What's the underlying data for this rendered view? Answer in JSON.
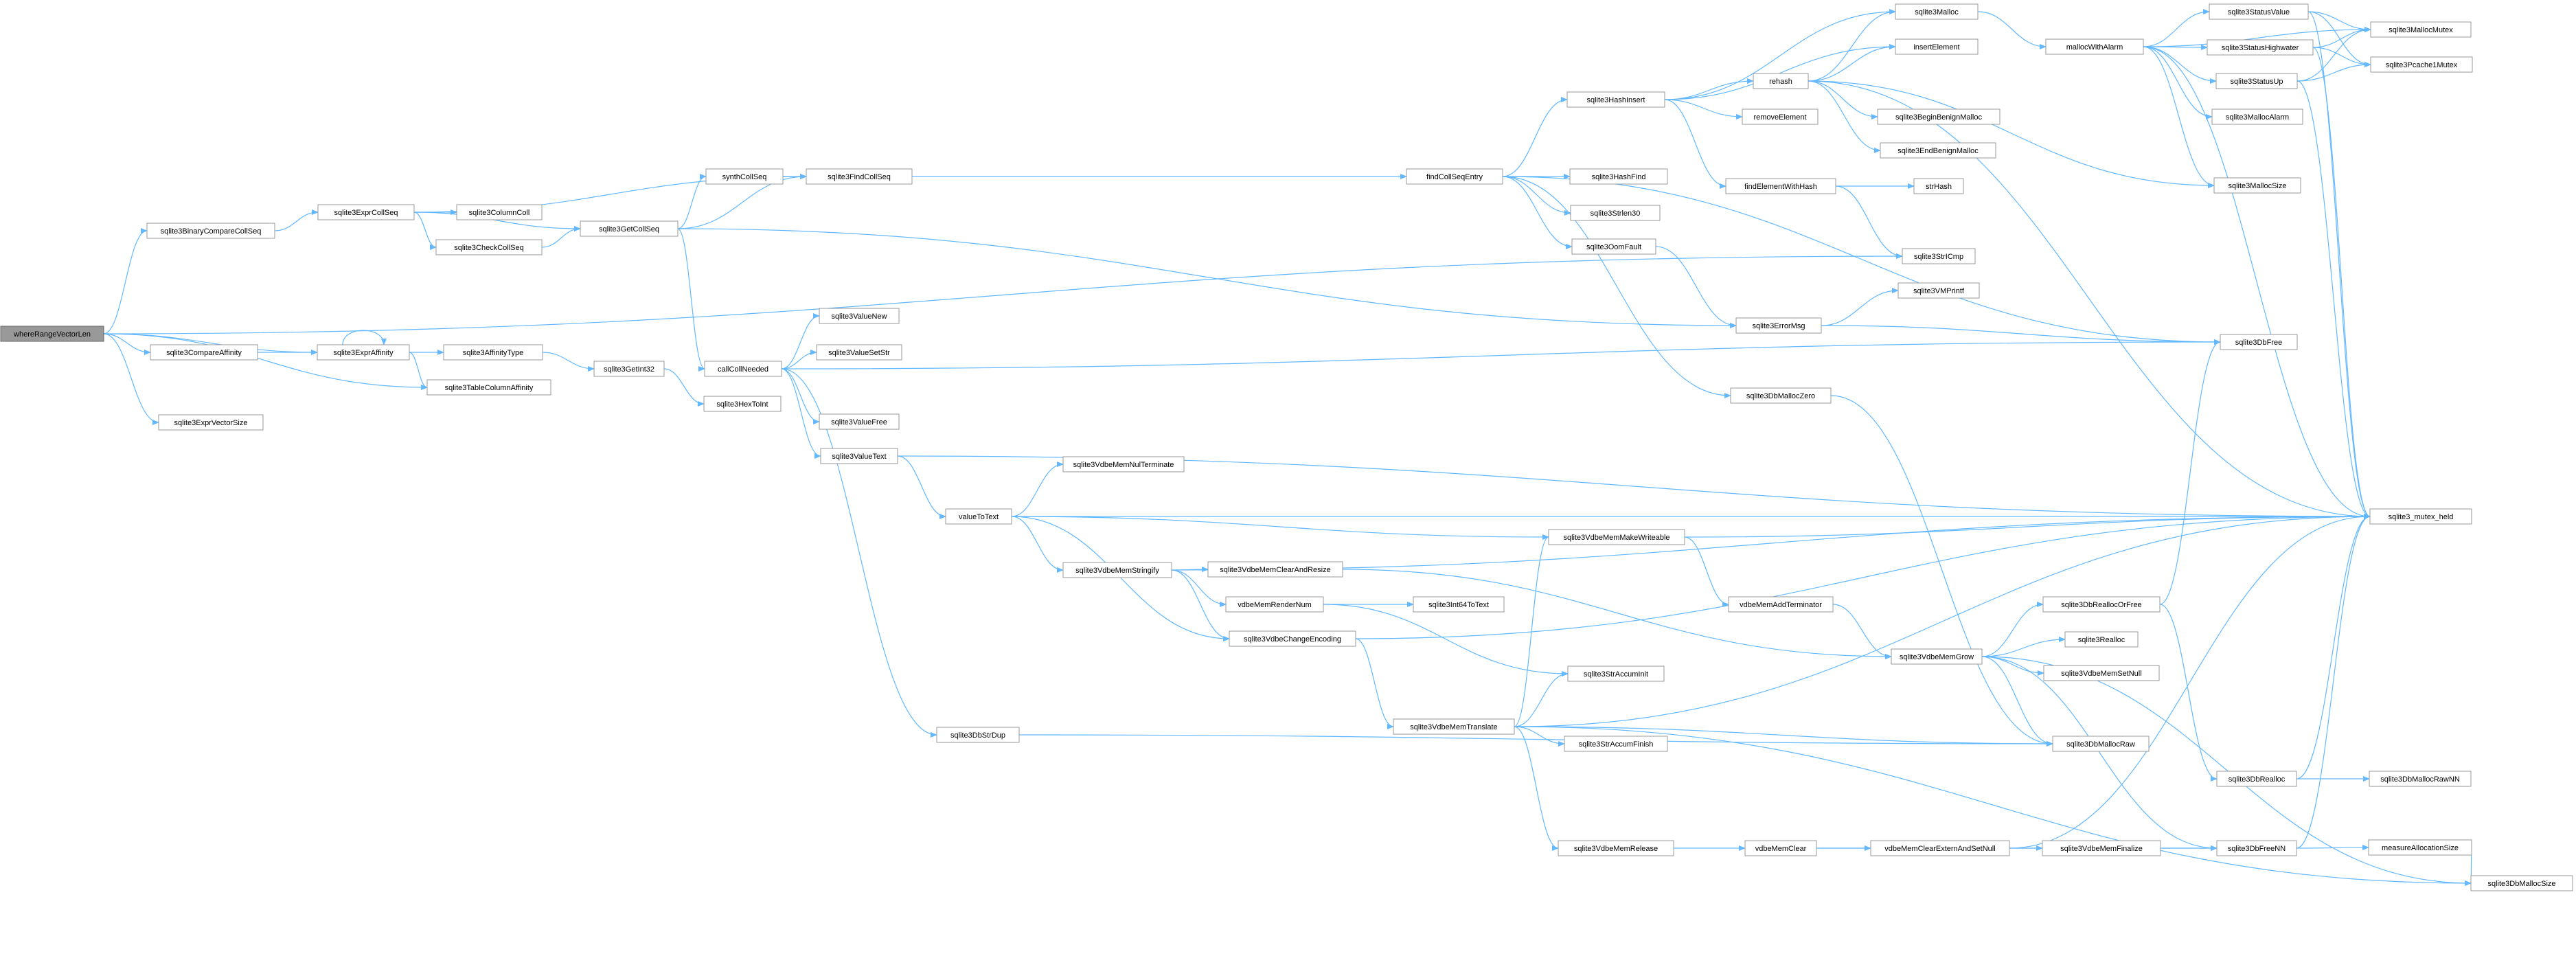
{
  "graph": {
    "nodes": [
      {
        "id": "n_wrv",
        "label": "whereRangeVectorLen",
        "root": true
      },
      {
        "id": "n_bcs",
        "label": "sqlite3BinaryCompareCollSeq"
      },
      {
        "id": "n_eacs",
        "label": "sqlite3ExprCollSeq"
      },
      {
        "id": "n_colc",
        "label": "sqlite3ColumnColl"
      },
      {
        "id": "n_ccs",
        "label": "sqlite3CheckCollSeq"
      },
      {
        "id": "n_synth",
        "label": "synthCollSeq"
      },
      {
        "id": "n_find",
        "label": "sqlite3FindCollSeq"
      },
      {
        "id": "n_gcs",
        "label": "sqlite3GetCollSeq"
      },
      {
        "id": "n_fcse",
        "label": "findCollSeqEntry"
      },
      {
        "id": "n_hi",
        "label": "sqlite3HashInsert"
      },
      {
        "id": "n_hf",
        "label": "sqlite3HashFind"
      },
      {
        "id": "n_sl30",
        "label": "sqlite3Strlen30"
      },
      {
        "id": "n_oom",
        "label": "sqlite3OomFault"
      },
      {
        "id": "n_malloc",
        "label": "sqlite3Malloc"
      },
      {
        "id": "n_ie",
        "label": "insertElement"
      },
      {
        "id": "n_rh",
        "label": "rehash"
      },
      {
        "id": "n_re",
        "label": "removeElement"
      },
      {
        "id": "n_bbm",
        "label": "sqlite3BeginBenignMalloc"
      },
      {
        "id": "n_ebm",
        "label": "sqlite3EndBenignMalloc"
      },
      {
        "id": "n_fewh",
        "label": "findElementWithHash"
      },
      {
        "id": "n_sh",
        "label": "strHash"
      },
      {
        "id": "n_mwa",
        "label": "mallocWithAlarm"
      },
      {
        "id": "n_ssv",
        "label": "sqlite3StatusValue"
      },
      {
        "id": "n_ssh",
        "label": "sqlite3StatusHighwater"
      },
      {
        "id": "n_ssu",
        "label": "sqlite3StatusUp"
      },
      {
        "id": "n_sma",
        "label": "sqlite3MallocAlarm"
      },
      {
        "id": "n_sms",
        "label": "sqlite3MallocSize"
      },
      {
        "id": "n_smm",
        "label": "sqlite3MallocMutex"
      },
      {
        "id": "n_spc",
        "label": "sqlite3Pcache1Mutex"
      },
      {
        "id": "n_mh",
        "label": "sqlite3_mutex_held"
      },
      {
        "id": "n_scmp",
        "label": "sqlite3StrICmp"
      },
      {
        "id": "n_err",
        "label": "sqlite3ErrorMsg"
      },
      {
        "id": "n_vmp",
        "label": "sqlite3VMPrintf"
      },
      {
        "id": "n_dbf",
        "label": "sqlite3DbFree"
      },
      {
        "id": "n_dbmz",
        "label": "sqlite3DbMallocZero"
      },
      {
        "id": "n_cmpa",
        "label": "sqlite3CompareAffinity"
      },
      {
        "id": "n_ea",
        "label": "sqlite3ExprAffinity"
      },
      {
        "id": "n_at",
        "label": "sqlite3AffinityType"
      },
      {
        "id": "n_gi32",
        "label": "sqlite3GetInt32"
      },
      {
        "id": "n_tca",
        "label": "sqlite3TableColumnAffinity"
      },
      {
        "id": "n_h2i",
        "label": "sqlite3HexToInt"
      },
      {
        "id": "n_evs",
        "label": "sqlite3ExprVectorSize"
      },
      {
        "id": "n_ccn",
        "label": "callCollNeeded"
      },
      {
        "id": "n_vnew",
        "label": "sqlite3ValueNew"
      },
      {
        "id": "n_vss",
        "label": "sqlite3ValueSetStr"
      },
      {
        "id": "n_vfree",
        "label": "sqlite3ValueFree"
      },
      {
        "id": "n_vtext",
        "label": "sqlite3ValueText"
      },
      {
        "id": "n_vtt",
        "label": "valueToText"
      },
      {
        "id": "n_nulT",
        "label": "sqlite3VdbeMemNulTerminate"
      },
      {
        "id": "n_stg",
        "label": "sqlite3VdbeMemStringify"
      },
      {
        "id": "n_mmw",
        "label": "sqlite3VdbeMemMakeWriteable"
      },
      {
        "id": "n_mcr",
        "label": "sqlite3VdbeMemClearAndResize"
      },
      {
        "id": "n_vmrn",
        "label": "vdbeMemRenderNum"
      },
      {
        "id": "n_i64",
        "label": "sqlite3Int64ToText"
      },
      {
        "id": "n_vce",
        "label": "sqlite3VdbeChangeEncoding"
      },
      {
        "id": "n_vmat",
        "label": "vdbeMemAddTerminator"
      },
      {
        "id": "n_vmg",
        "label": "sqlite3VdbeMemGrow"
      },
      {
        "id": "n_dbrf",
        "label": "sqlite3DbReallocOrFree"
      },
      {
        "id": "n_real",
        "label": "sqlite3Realloc"
      },
      {
        "id": "n_msn",
        "label": "sqlite3VdbeMemSetNull"
      },
      {
        "id": "n_sai",
        "label": "sqlite3StrAccumInit"
      },
      {
        "id": "n_vmt",
        "label": "sqlite3VdbeMemTranslate"
      },
      {
        "id": "n_saf",
        "label": "sqlite3StrAccumFinish"
      },
      {
        "id": "n_dbmr",
        "label": "sqlite3DbMallocRaw"
      },
      {
        "id": "n_dbsd",
        "label": "sqlite3DbStrDup"
      },
      {
        "id": "n_dbr",
        "label": "sqlite3DbRealloc"
      },
      {
        "id": "n_dbmrnn",
        "label": "sqlite3DbMallocRawNN"
      },
      {
        "id": "n_mrel",
        "label": "sqlite3VdbeMemRelease"
      },
      {
        "id": "n_vmc",
        "label": "vdbeMemClear"
      },
      {
        "id": "n_vmces",
        "label": "vdbeMemClearExternAndSetNull"
      },
      {
        "id": "n_vmf",
        "label": "sqlite3VdbeMemFinalize"
      },
      {
        "id": "n_dbfnn",
        "label": "sqlite3DbFreeNN"
      },
      {
        "id": "n_mas",
        "label": "measureAllocationSize"
      },
      {
        "id": "n_dbms",
        "label": "sqlite3DbMallocSize"
      }
    ],
    "edges": [
      [
        "n_wrv",
        "n_bcs"
      ],
      [
        "n_wrv",
        "n_scmp"
      ],
      [
        "n_wrv",
        "n_cmpa"
      ],
      [
        "n_wrv",
        "n_ea"
      ],
      [
        "n_wrv",
        "n_tca"
      ],
      [
        "n_wrv",
        "n_evs"
      ],
      [
        "n_bcs",
        "n_eacs"
      ],
      [
        "n_eacs",
        "n_colc"
      ],
      [
        "n_eacs",
        "n_ccs"
      ],
      [
        "n_eacs",
        "n_find"
      ],
      [
        "n_eacs",
        "n_gcs"
      ],
      [
        "n_ccs",
        "n_gcs"
      ],
      [
        "n_gcs",
        "n_synth"
      ],
      [
        "n_gcs",
        "n_find"
      ],
      [
        "n_gcs",
        "n_err"
      ],
      [
        "n_gcs",
        "n_ccn"
      ],
      [
        "n_synth",
        "n_find"
      ],
      [
        "n_find",
        "n_fcse"
      ],
      [
        "n_fcse",
        "n_hi"
      ],
      [
        "n_fcse",
        "n_hf"
      ],
      [
        "n_fcse",
        "n_sl30"
      ],
      [
        "n_fcse",
        "n_oom"
      ],
      [
        "n_fcse",
        "n_dbmz"
      ],
      [
        "n_fcse",
        "n_dbf"
      ],
      [
        "n_hi",
        "n_malloc"
      ],
      [
        "n_hi",
        "n_ie"
      ],
      [
        "n_hi",
        "n_rh"
      ],
      [
        "n_hi",
        "n_re"
      ],
      [
        "n_hi",
        "n_fewh"
      ],
      [
        "n_rh",
        "n_malloc"
      ],
      [
        "n_rh",
        "n_ie"
      ],
      [
        "n_rh",
        "n_bbm"
      ],
      [
        "n_rh",
        "n_ebm"
      ],
      [
        "n_rh",
        "n_sms"
      ],
      [
        "n_rh",
        "n_mh"
      ],
      [
        "n_fewh",
        "n_scmp"
      ],
      [
        "n_fewh",
        "n_sh"
      ],
      [
        "n_malloc",
        "n_mwa"
      ],
      [
        "n_mwa",
        "n_ssv"
      ],
      [
        "n_mwa",
        "n_ssh"
      ],
      [
        "n_mwa",
        "n_ssu"
      ],
      [
        "n_mwa",
        "n_sma"
      ],
      [
        "n_mwa",
        "n_sms"
      ],
      [
        "n_mwa",
        "n_mh"
      ],
      [
        "n_mwa",
        "n_smm"
      ],
      [
        "n_ssv",
        "n_smm"
      ],
      [
        "n_ssv",
        "n_spc"
      ],
      [
        "n_ssv",
        "n_mh"
      ],
      [
        "n_ssh",
        "n_smm"
      ],
      [
        "n_ssh",
        "n_spc"
      ],
      [
        "n_ssh",
        "n_mh"
      ],
      [
        "n_ssu",
        "n_smm"
      ],
      [
        "n_ssu",
        "n_spc"
      ],
      [
        "n_ssu",
        "n_mh"
      ],
      [
        "n_oom",
        "n_err"
      ],
      [
        "n_err",
        "n_vmp"
      ],
      [
        "n_err",
        "n_dbf"
      ],
      [
        "n_dbmz",
        "n_dbmr"
      ],
      [
        "n_cmpa",
        "n_ea"
      ],
      [
        "n_ea",
        "n_ea"
      ],
      [
        "n_ea",
        "n_at"
      ],
      [
        "n_ea",
        "n_tca"
      ],
      [
        "n_at",
        "n_gi32"
      ],
      [
        "n_gi32",
        "n_h2i"
      ],
      [
        "n_ccn",
        "n_vnew"
      ],
      [
        "n_ccn",
        "n_vss"
      ],
      [
        "n_ccn",
        "n_vfree"
      ],
      [
        "n_ccn",
        "n_vtext"
      ],
      [
        "n_ccn",
        "n_dbsd"
      ],
      [
        "n_ccn",
        "n_dbf"
      ],
      [
        "n_vtext",
        "n_vtt"
      ],
      [
        "n_vtext",
        "n_mh"
      ],
      [
        "n_vtt",
        "n_nulT"
      ],
      [
        "n_vtt",
        "n_stg"
      ],
      [
        "n_vtt",
        "n_vce"
      ],
      [
        "n_vtt",
        "n_mmw"
      ],
      [
        "n_vtt",
        "n_mh"
      ],
      [
        "n_stg",
        "n_mcr"
      ],
      [
        "n_stg",
        "n_vmrn"
      ],
      [
        "n_stg",
        "n_vce"
      ],
      [
        "n_stg",
        "n_mh"
      ],
      [
        "n_mcr",
        "n_vmg"
      ],
      [
        "n_vmrn",
        "n_i64"
      ],
      [
        "n_vmrn",
        "n_sai"
      ],
      [
        "n_mmw",
        "n_vmat"
      ],
      [
        "n_mmw",
        "n_mh"
      ],
      [
        "n_vmat",
        "n_vmg"
      ],
      [
        "n_vmg",
        "n_dbrf"
      ],
      [
        "n_vmg",
        "n_real"
      ],
      [
        "n_vmg",
        "n_msn"
      ],
      [
        "n_vmg",
        "n_dbmr"
      ],
      [
        "n_vmg",
        "n_dbfnn"
      ],
      [
        "n_vmg",
        "n_dbms"
      ],
      [
        "n_dbrf",
        "n_dbf"
      ],
      [
        "n_dbrf",
        "n_dbr"
      ],
      [
        "n_vce",
        "n_vmt"
      ],
      [
        "n_vce",
        "n_mh"
      ],
      [
        "n_vmt",
        "n_mmw"
      ],
      [
        "n_vmt",
        "n_sai"
      ],
      [
        "n_vmt",
        "n_saf"
      ],
      [
        "n_vmt",
        "n_dbmr"
      ],
      [
        "n_vmt",
        "n_mrel"
      ],
      [
        "n_vmt",
        "n_dbms"
      ],
      [
        "n_vmt",
        "n_mh"
      ],
      [
        "n_mrel",
        "n_vmc"
      ],
      [
        "n_vmc",
        "n_vmces"
      ],
      [
        "n_vmc",
        "n_dbfnn"
      ],
      [
        "n_vmces",
        "n_vmf"
      ],
      [
        "n_vmces",
        "n_mh"
      ],
      [
        "n_vmf",
        "n_dbfnn"
      ],
      [
        "n_dbfnn",
        "n_mas"
      ],
      [
        "n_dbfnn",
        "n_mh"
      ],
      [
        "n_mas",
        "n_dbms"
      ],
      [
        "n_dbr",
        "n_dbmrnn"
      ],
      [
        "n_dbr",
        "n_mh"
      ],
      [
        "n_dbsd",
        "n_dbmr"
      ]
    ],
    "colors": {
      "node_fill": "#ffffff",
      "node_border": "#999999",
      "root_fill": "#999999",
      "root_border": "#666666",
      "edge": "#63b8ff",
      "text": "#000000"
    }
  }
}
